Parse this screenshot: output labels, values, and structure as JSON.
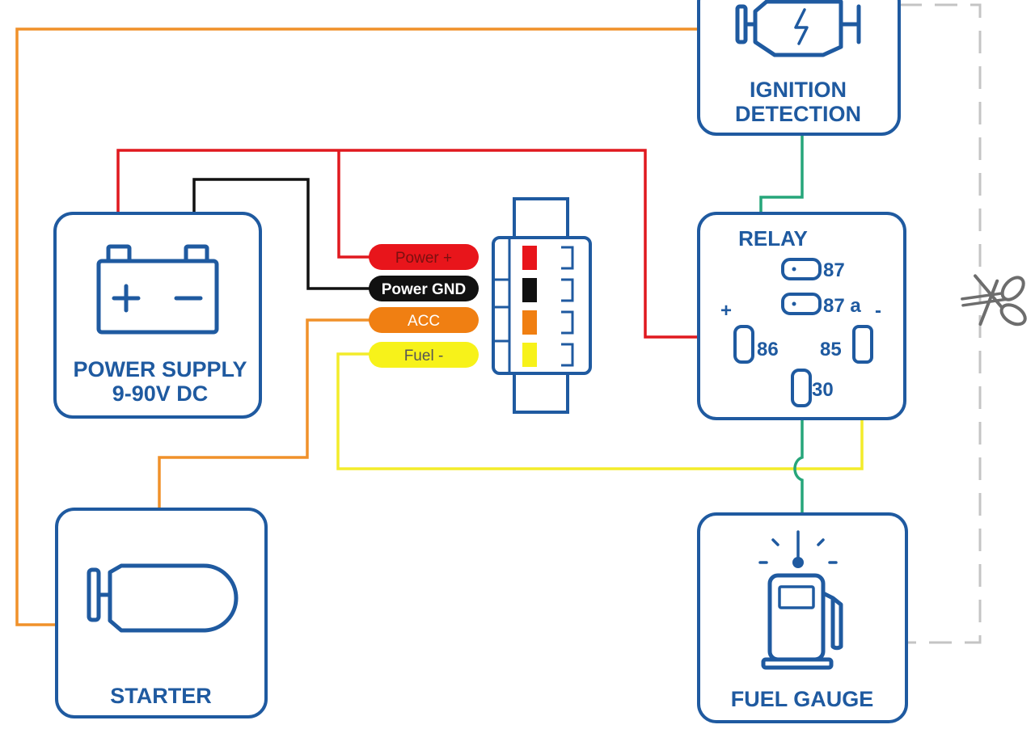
{
  "blocks": {
    "ignition": {
      "line1": "IGNITION",
      "line2": "DETECTION"
    },
    "power_supply": {
      "line1": "POWER SUPPLY",
      "line2": "9-90V DC"
    },
    "starter": {
      "label": "STARTER"
    },
    "relay": {
      "title": "RELAY",
      "plus": "+",
      "minus": "-"
    },
    "fuel_gauge": {
      "label": "FUEL GAUGE"
    }
  },
  "relay_pins": {
    "p87": "87",
    "p87a": "87 a",
    "p86": "86",
    "p85": "85",
    "p30": "30"
  },
  "connector_wires": [
    {
      "label": "Power +",
      "color": "#e8151b",
      "text_color": "#7a1010"
    },
    {
      "label": "Power GND",
      "color": "#111111",
      "text_color": "#ffffff"
    },
    {
      "label": "ACC",
      "color": "#f07f12",
      "text_color": "#ffffff"
    },
    {
      "label": "Fuel -",
      "color": "#f7f21a",
      "text_color": "#555555"
    }
  ],
  "colors": {
    "outline": "#1f5aa0",
    "red_wire": "#e0191f",
    "black_wire": "#111111",
    "orange_wire": "#f0912a",
    "yellow_wire": "#f3ec2a",
    "green_wire": "#26a67a",
    "dashed_line": "#c4c4c4"
  },
  "icons": [
    "engine-lightning-icon",
    "battery-icon",
    "starter-motor-icon",
    "fuel-pump-icon",
    "scissors-icon",
    "connector-icon"
  ]
}
